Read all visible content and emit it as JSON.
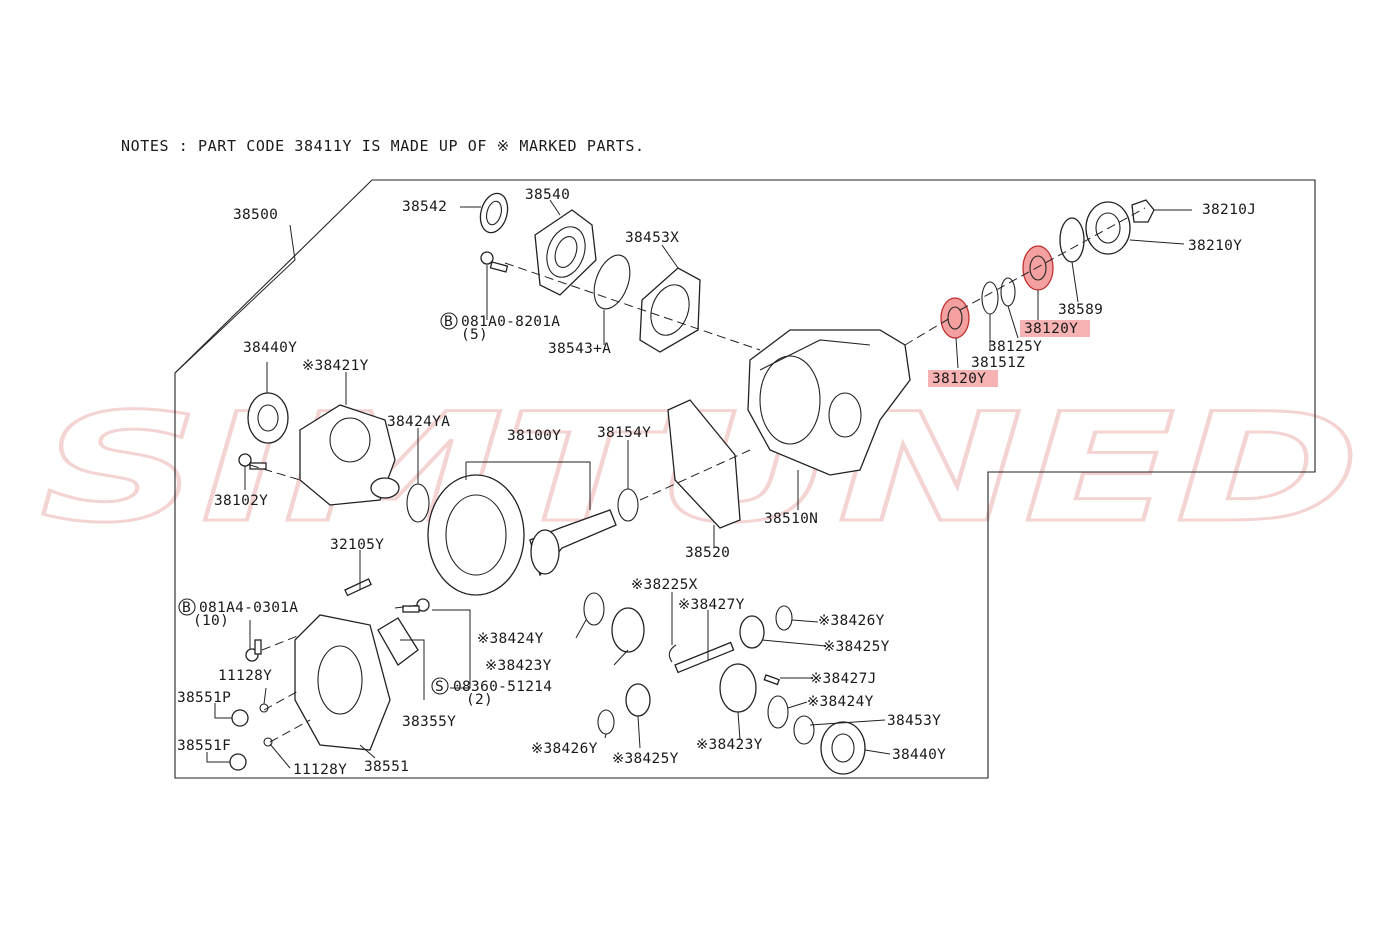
{
  "notes": "NOTES : PART CODE 38411Y IS MADE UP OF ※ MARKED PARTS.",
  "watermark": "SIMTUNED",
  "highlight_color": "#f6a6a6",
  "labels": {
    "l38500": "38500",
    "l38542": "38542",
    "l38540": "38540",
    "l38453X": "38453X",
    "l38210J": "38210J",
    "l38210Y": "38210Y",
    "l38589": "38589",
    "l38120Y_a": "38120Y",
    "l38125Y": "38125Y",
    "l38151Z": "38151Z",
    "l38120Y_b": "38120Y",
    "l081A0": "081A0-8201A",
    "l081A0_qty": "(5)",
    "l38543A": "38543+A",
    "l38440Y_a": "38440Y",
    "l38421Y": "※38421Y",
    "l38424YA": "38424YA",
    "l38100Y": "38100Y",
    "l38154Y": "38154Y",
    "l38102Y": "38102Y",
    "l38510N": "38510N",
    "l38520": "38520",
    "l32105Y": "32105Y",
    "l38225X": "※38225X",
    "l081A4": "081A4-0301A",
    "l081A4_qty": "(10)",
    "l38427Y": "※38427Y",
    "l38426Y_a": "※38426Y",
    "l38424Y_a": "※38424Y",
    "l38425Y_a": "※38425Y",
    "l11128Y_a": "11128Y",
    "l38423Y_a": "※38423Y",
    "l08360": "08360-51214",
    "l08360_qty": "(2)",
    "l38427J": "※38427J",
    "l38551P": "38551P",
    "l38424Y_b": "※38424Y",
    "l38355Y": "38355Y",
    "l38453Y": "38453Y",
    "l38551F": "38551F",
    "l38426Y_b": "※38426Y",
    "l38423Y_b": "※38423Y",
    "l38425Y_b": "※38425Y",
    "l38440Y_b": "38440Y",
    "l11128Y_b": "11128Y",
    "l38551": "38551",
    "bolt_b": "B",
    "bolt_s": "S"
  }
}
